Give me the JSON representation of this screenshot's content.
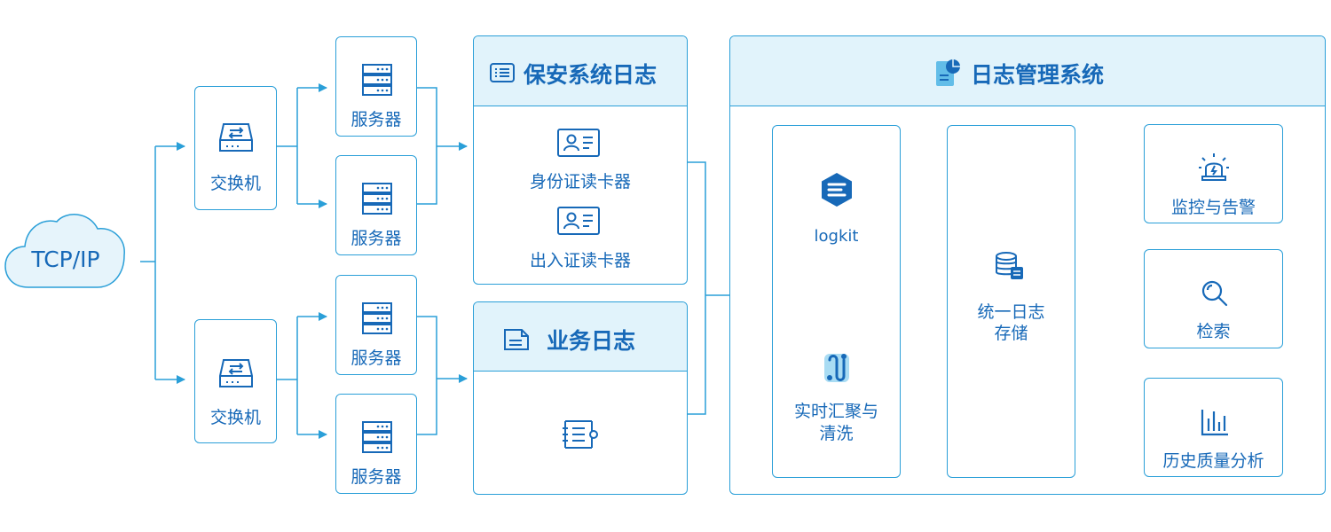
{
  "source": {
    "label": "TCP/IP"
  },
  "switches": [
    {
      "label": "交换机"
    },
    {
      "label": "交换机"
    }
  ],
  "servers": [
    {
      "label": "服务器"
    },
    {
      "label": "服务器"
    },
    {
      "label": "服务器"
    },
    {
      "label": "服务器"
    }
  ],
  "security_log": {
    "title": "保安系统日志",
    "devices": [
      {
        "label": "身份证读卡器"
      },
      {
        "label": "出入证读卡器"
      }
    ]
  },
  "business_log": {
    "title": "业务日志"
  },
  "log_management": {
    "title": "日志管理系统",
    "collector": {
      "brand": "logkit",
      "label_line1": "实时汇聚与",
      "label_line2": "清洗"
    },
    "storage": {
      "label_line1": "统一日志",
      "label_line2": "存储"
    },
    "outputs": [
      {
        "label": "监控与告警",
        "icon": "alarm-icon"
      },
      {
        "label": "检索",
        "icon": "search-icon"
      },
      {
        "label": "历史质量分析",
        "icon": "bar-chart-icon"
      }
    ]
  },
  "colors": {
    "stroke": "#2a9fd8",
    "text": "#1769b8",
    "header_fill": "#e1f3fb",
    "cloud_fill": "#e6f4fb"
  }
}
